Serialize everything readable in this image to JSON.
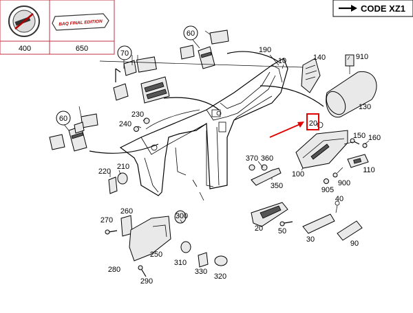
{
  "header": {
    "code_label": "CODE XZ1",
    "code_arrow": "arrow-right-icon",
    "option_boxes": [
      {
        "number": "400",
        "icon": "smoking-package-badge-icon"
      },
      {
        "number": "650",
        "badge_text": "BAQ FINAL EDITION",
        "icon": "final-edition-badge-icon"
      }
    ]
  },
  "callouts": {
    "c60a": "60",
    "c70": "70",
    "c190": "190",
    "c10": "10",
    "c140": "140",
    "c910": "910",
    "c60b": "60",
    "c230": "230",
    "c240": "240",
    "c130": "130",
    "c20a": "20",
    "c150": "150",
    "c160": "160",
    "c220": "220",
    "c210": "210",
    "c370": "370",
    "c360": "360",
    "c100": "100",
    "c110": "110",
    "c350": "350",
    "c905": "905",
    "c900": "900",
    "c40": "40",
    "c260": "260",
    "c270": "270",
    "c300": "300",
    "c20b": "20",
    "c50": "50",
    "c30": "30",
    "c90": "90",
    "c250": "250",
    "c310": "310",
    "c280": "280",
    "c330": "330",
    "c320": "320",
    "c290": "290"
  },
  "highlight": {
    "callout": "20",
    "color": "#e00000"
  },
  "colors": {
    "highlight_red": "#e00000",
    "badge_red": "#b00000"
  }
}
